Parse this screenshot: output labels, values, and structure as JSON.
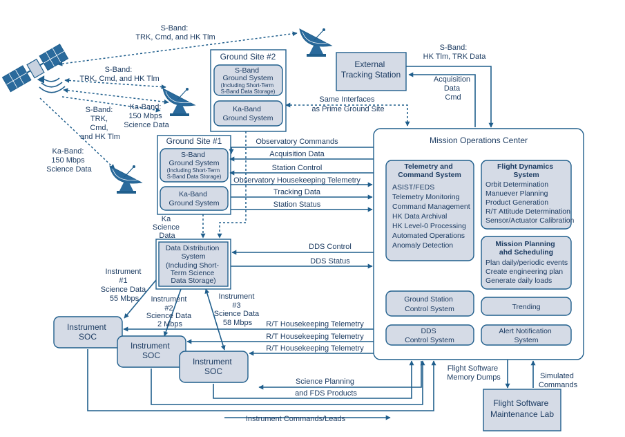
{
  "colors": {
    "line": "#1f5e8c",
    "box_fill": "#d5dbe6",
    "text": "#1d3c62"
  },
  "icons": {
    "satellite": "satellite-icon",
    "dish": "antenna-dish-icon"
  },
  "labels": {
    "sband_trk_top": [
      "S-Band:",
      "TRK, Cmd, and HK Tlm"
    ],
    "sband_trk_mid": [
      "S-Band:",
      "TRK, Cmd, and HK Tlm"
    ],
    "sband_trk_low": [
      "S-Band:",
      "TRK,",
      "Cmd,",
      "and HK Tlm"
    ],
    "kaband_gs2": [
      "Ka-Band:",
      "150 Mbps",
      "Science Data"
    ],
    "kaband_gs1": [
      "Ka-Band:",
      "150 Mbps",
      "Science Data"
    ],
    "sband_ext": [
      "S-Band:",
      "HK Tlm, TRK Data"
    ],
    "acq_data_cmd": [
      "Acquisition",
      "Data",
      "Cmd"
    ],
    "same_interfaces": [
      "Same Interfaces",
      "as Prime Ground Site"
    ],
    "ka_science_data": [
      "Ka",
      "Science",
      "Data"
    ],
    "inst1_science": [
      "Instrument",
      "#1",
      "Science Data",
      "55 Mbps"
    ],
    "inst2_science": [
      "Instrument",
      "#2",
      "Science Data",
      "2 Mbps"
    ],
    "inst3_science": [
      "Instrument",
      "#3",
      "Science Data",
      "58 Mbps"
    ],
    "flight_sw_dumps": [
      "Flight Software",
      "Memory Dumps"
    ],
    "simulated_commands": [
      "Simulated",
      "Commands"
    ]
  },
  "external_tracking": [
    "External",
    "Tracking Station"
  ],
  "ground_site2": {
    "title": "Ground Site #2",
    "sband": [
      "S-Band",
      "Ground System"
    ],
    "sband_note": [
      "(Including Short-Term",
      "S-Band Data Storage)"
    ],
    "kaband": [
      "Ka-Band",
      "Ground System"
    ]
  },
  "ground_site1": {
    "title": "Ground Site #1",
    "sband": [
      "S-Band",
      "Ground System"
    ],
    "sband_note": [
      "(Including Short-Term",
      "S-Band Data Storage)"
    ],
    "kaband": [
      "Ka-Band",
      "Ground System"
    ]
  },
  "dds": [
    "Data Distribution",
    "System",
    "(Including Short-",
    "Term Science",
    "Data Storage)"
  ],
  "moc": {
    "title": "Mission Operations Center",
    "telemetry_title": [
      "Telemetry and",
      "Command System"
    ],
    "telemetry_items": [
      "ASIST/FEDS",
      "Telemetry Monitoring",
      "Command Management",
      "HK Data Archival",
      "HK Level-0 Processing",
      "Automated Operations",
      "Anomaly Detection"
    ],
    "flight_dynamics_title": [
      "Flight Dynamics",
      "System"
    ],
    "flight_dynamics_items": [
      "Orbit Determination",
      "Manuever Planning",
      "Product Generation",
      "R/T Attitude Determination",
      "Sensor/Actuator Calibration"
    ],
    "mission_planning_title": [
      "Mission Planning",
      "ahd Scheduling"
    ],
    "mission_planning_items": [
      "Plan daily/periodic events",
      "Create engineering plan",
      "Generate daily loads"
    ],
    "ground_station_control": [
      "Ground Station",
      "Control System"
    ],
    "trending": "Trending",
    "dds_control": [
      "DDS",
      "Control System"
    ],
    "alert_notification": [
      "Alert Notification",
      "System"
    ]
  },
  "flows": {
    "observatory_commands": "Observatory Commands",
    "acquisition_data": "Acquisition Data",
    "station_control": "Station Control",
    "observatory_hk_telemetry": "Observatory Housekeeping Telemetry",
    "tracking_data": "Tracking Data",
    "station_status": "Station Status",
    "dds_control": "DDS Control",
    "dds_status": "DDS Status",
    "rt_hk_1": "R/T Housekeeping Telemetry",
    "rt_hk_2": "R/T Housekeeping Telemetry",
    "rt_hk_3": "R/T Housekeeping Telemetry",
    "science_planning": [
      "Science Planning",
      "and FDS Products"
    ],
    "instrument_commands": "Instrument Commands/Leads"
  },
  "soc1": [
    "Instrument",
    "SOC"
  ],
  "soc2": [
    "Instrument",
    "SOC"
  ],
  "soc3": [
    "Instrument",
    "SOC"
  ],
  "fsml": [
    "Flight Software",
    "Maintenance Lab"
  ]
}
